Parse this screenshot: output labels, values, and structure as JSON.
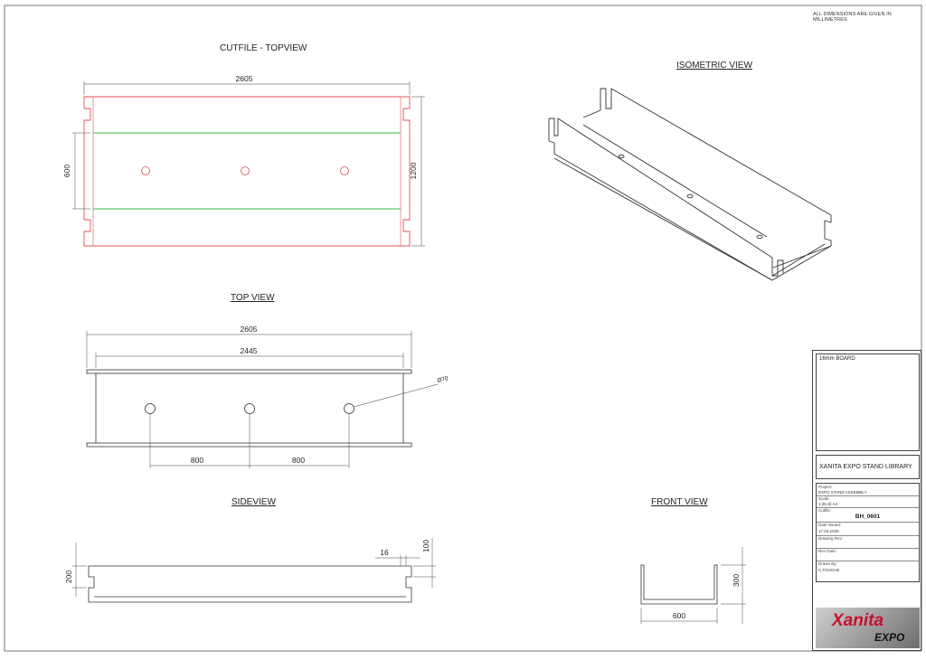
{
  "note": "ALL DIMENSIONS ARE GIVEN IN MILLIMETRES",
  "views": {
    "cutfile": "CUTFILE - TOPVIEW",
    "isometric": "ISOMETRIC VIEW",
    "top": "TOP VIEW",
    "side": "SIDEVIEW",
    "front": "FRONT VIEW"
  },
  "dims": {
    "cut_width": "2605",
    "cut_inner": "600",
    "cut_height": "1200",
    "top_width": "2605",
    "top_inner": "2445",
    "top_hole": "Ø70",
    "top_gap1": "800",
    "top_gap2": "800",
    "side_height": "200",
    "side_slot_w": "16",
    "side_slot_h": "100",
    "front_width": "600",
    "front_height": "300"
  },
  "title_block": {
    "material": "16mm BOARD",
    "library": "XANITA EXPO STAND LIBRARY",
    "project_label": "Project:",
    "project": "EXPO STAND ASSEMBLY",
    "scale_label": "Scale:",
    "scale": "1:25 @ A4",
    "cutfile_label": "Cutfile:",
    "cutfile": "BH_0601",
    "date_label": "Date issued:",
    "date": "17.03.2025",
    "drawing_label": "Drawing Rev:",
    "rev_label": "Rev Date:",
    "drawn_label": "Drawn By:",
    "drawn": "C.FOUCHE",
    "logo_main": "Xanita",
    "logo_sub": "EXPO"
  },
  "colors": {
    "cut_line": "#e05050",
    "fold_line": "#3cb43c",
    "line": "#333333",
    "logo_red": "#c8102e"
  }
}
